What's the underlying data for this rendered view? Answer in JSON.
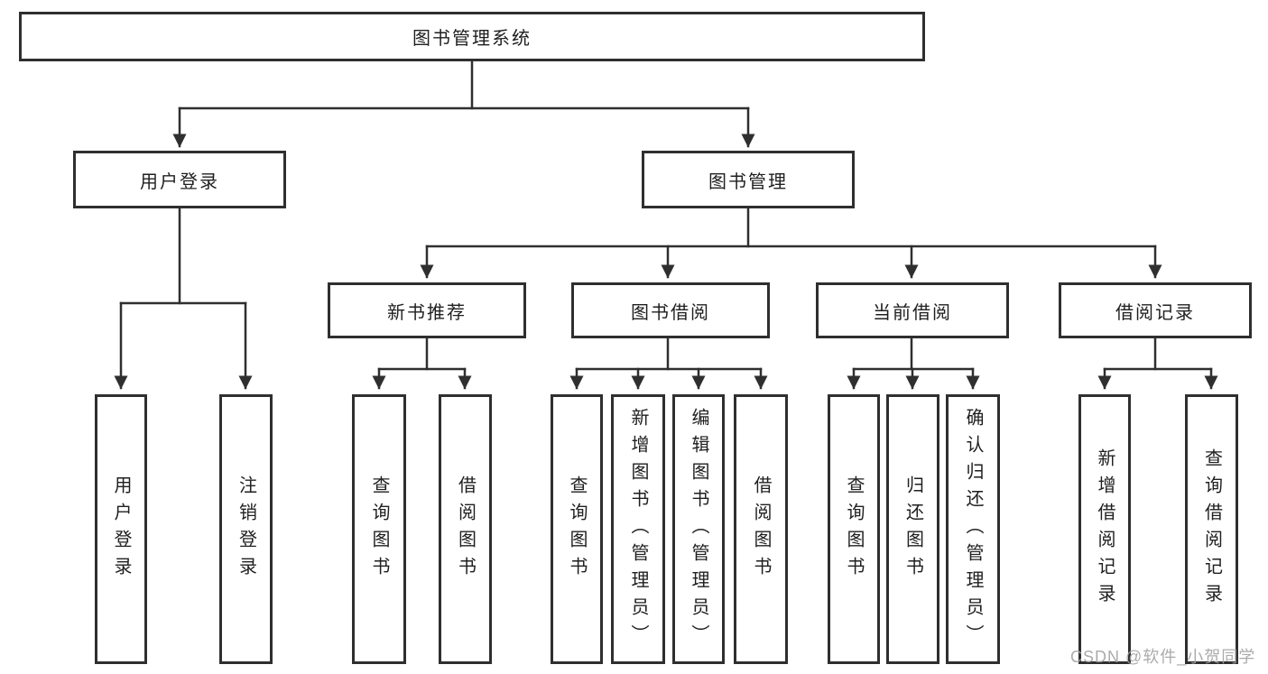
{
  "diagram": {
    "nodes": {
      "root": "图书管理系统",
      "level2": [
        "用户登录",
        "图书管理"
      ],
      "level3": [
        "新书推荐",
        "图书借阅",
        "当前借阅",
        "借阅记录"
      ],
      "leaves": [
        "用户登录",
        "注销登录",
        "查询图书",
        "借阅图书",
        "查询图书",
        "新增图书（管理员）",
        "编辑图书（管理员）",
        "借阅图书",
        "查询图书",
        "归还图书",
        "确认归还（管理员）",
        "新增借阅记录",
        "查询借阅记录"
      ]
    },
    "watermark": "CSDN @软件_小贺同学",
    "colors": {
      "line": "#2f2f2f",
      "border": "#2f2f2f",
      "text": "#1f1f1f",
      "watermark": "#a3a3a3",
      "background": "#ffffff"
    }
  }
}
